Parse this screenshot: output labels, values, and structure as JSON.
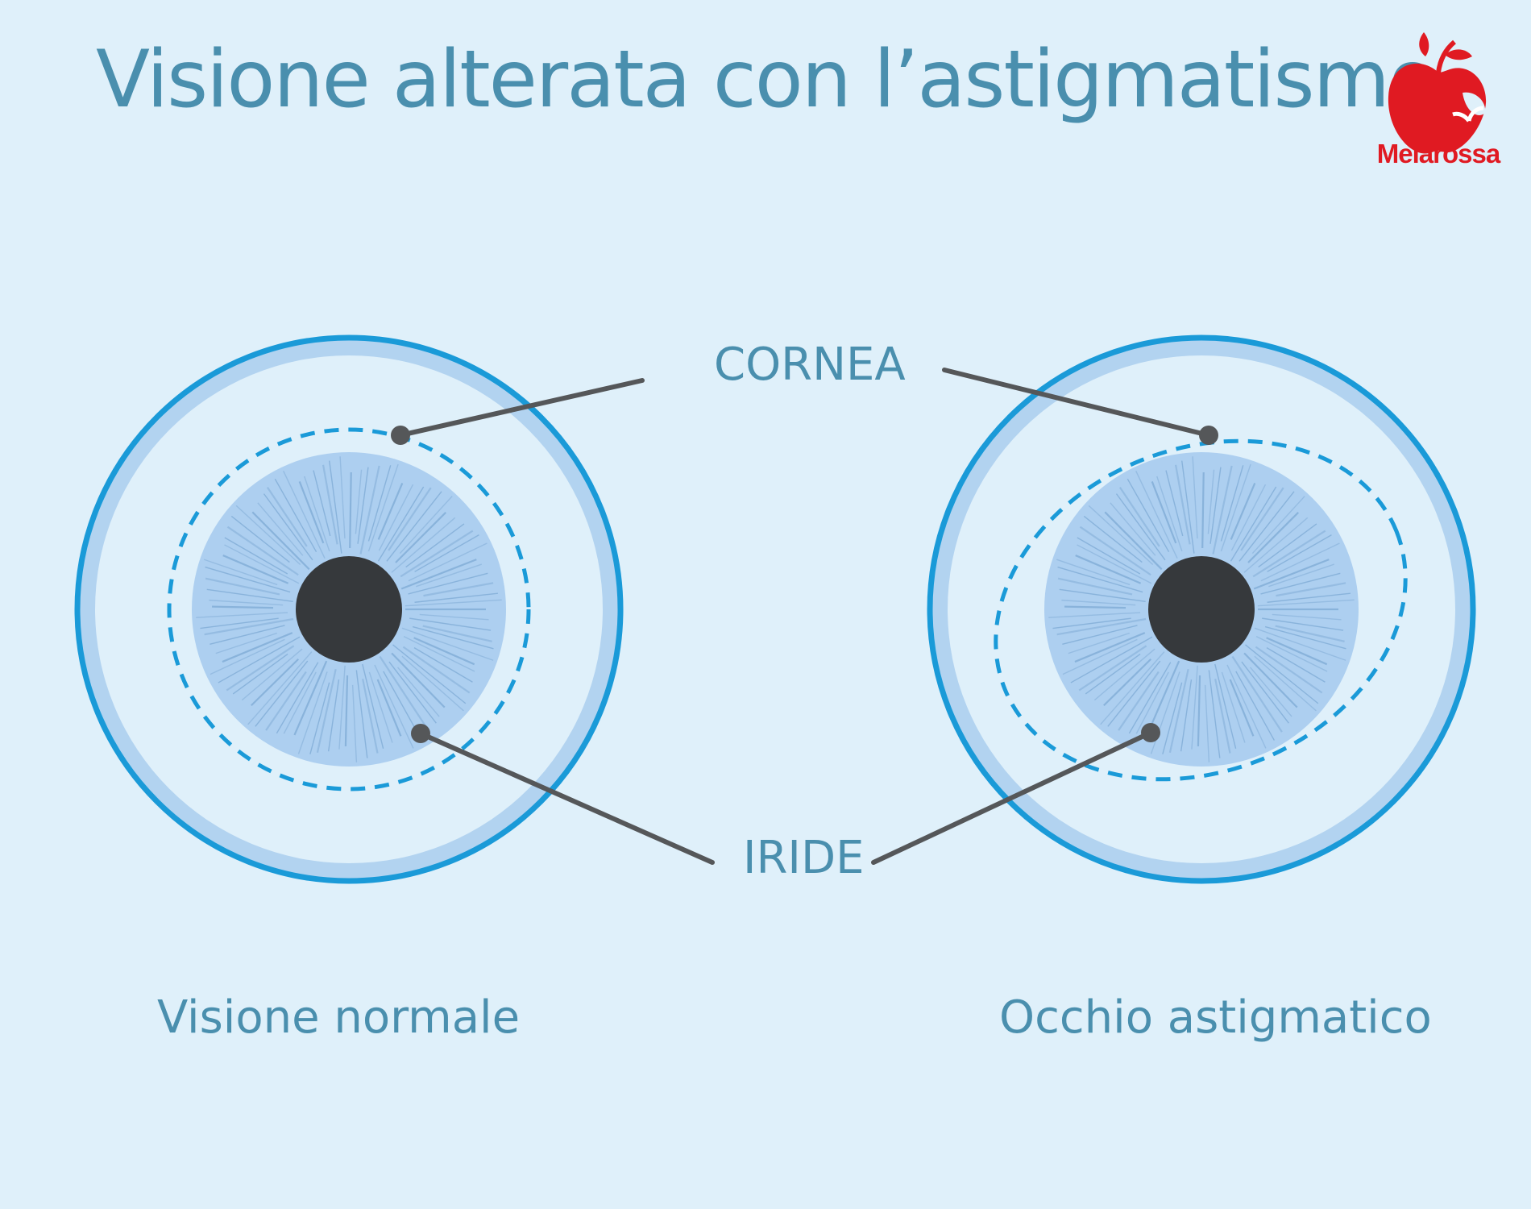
{
  "title": "Visione alterata con l’astigmatismo",
  "brand": {
    "name": "Melarossa",
    "color": "#e01a22"
  },
  "labels": {
    "cornea": "CORNEA",
    "iride": "IRIDE"
  },
  "captions": {
    "left": "Visione normale",
    "right": "Occhio astigmatico"
  },
  "colors": {
    "background": "#dff0fa",
    "outer_ring": "#1a9ad8",
    "sclera_band": "#b2d3f0",
    "iris": "#adcff0",
    "iris_fibers": "#7eaad4",
    "pupil": "#36393c",
    "leader_line": "#555759",
    "text": "#4a8fae"
  },
  "icons": {
    "logo": "apple-icon"
  }
}
